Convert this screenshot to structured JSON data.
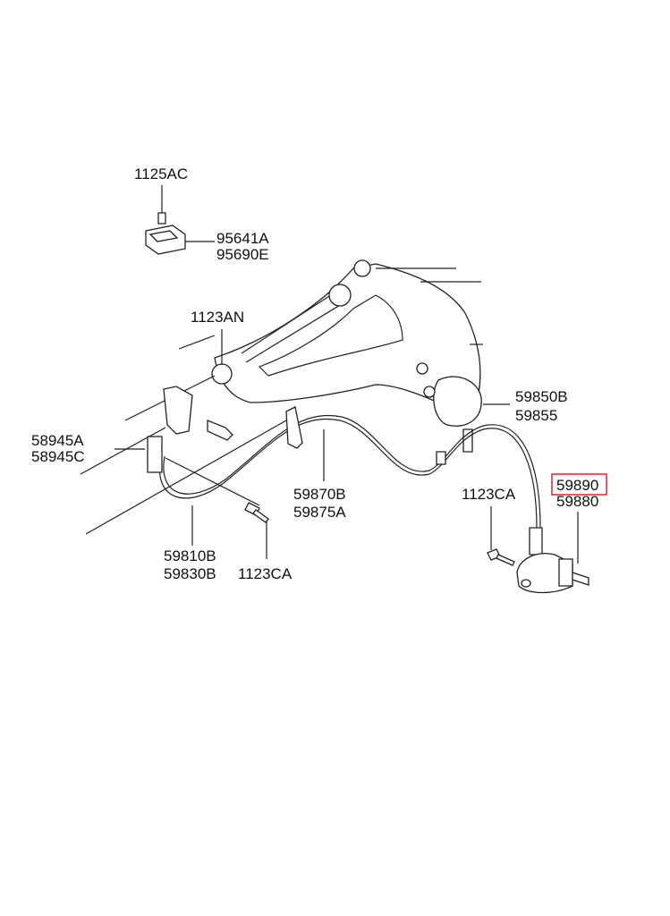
{
  "parts": {
    "bolt_top": "1125AC",
    "sensor_bracket_a": "95641A",
    "sensor_bracket_b": "95690E",
    "bolt_arm": "1123AN",
    "arm_a": "59850B",
    "arm_b": "59855",
    "clip_a": "58945A",
    "clip_b": "58945C",
    "cable_a": "59870B",
    "cable_b": "59875A",
    "bolt_right": "1123CA",
    "sensor_a": "59890",
    "sensor_b": "59880",
    "hose_a": "59810B",
    "hose_b": "59830B",
    "bolt_bottom": "1123CA"
  },
  "highlight_color": "#e0262b"
}
